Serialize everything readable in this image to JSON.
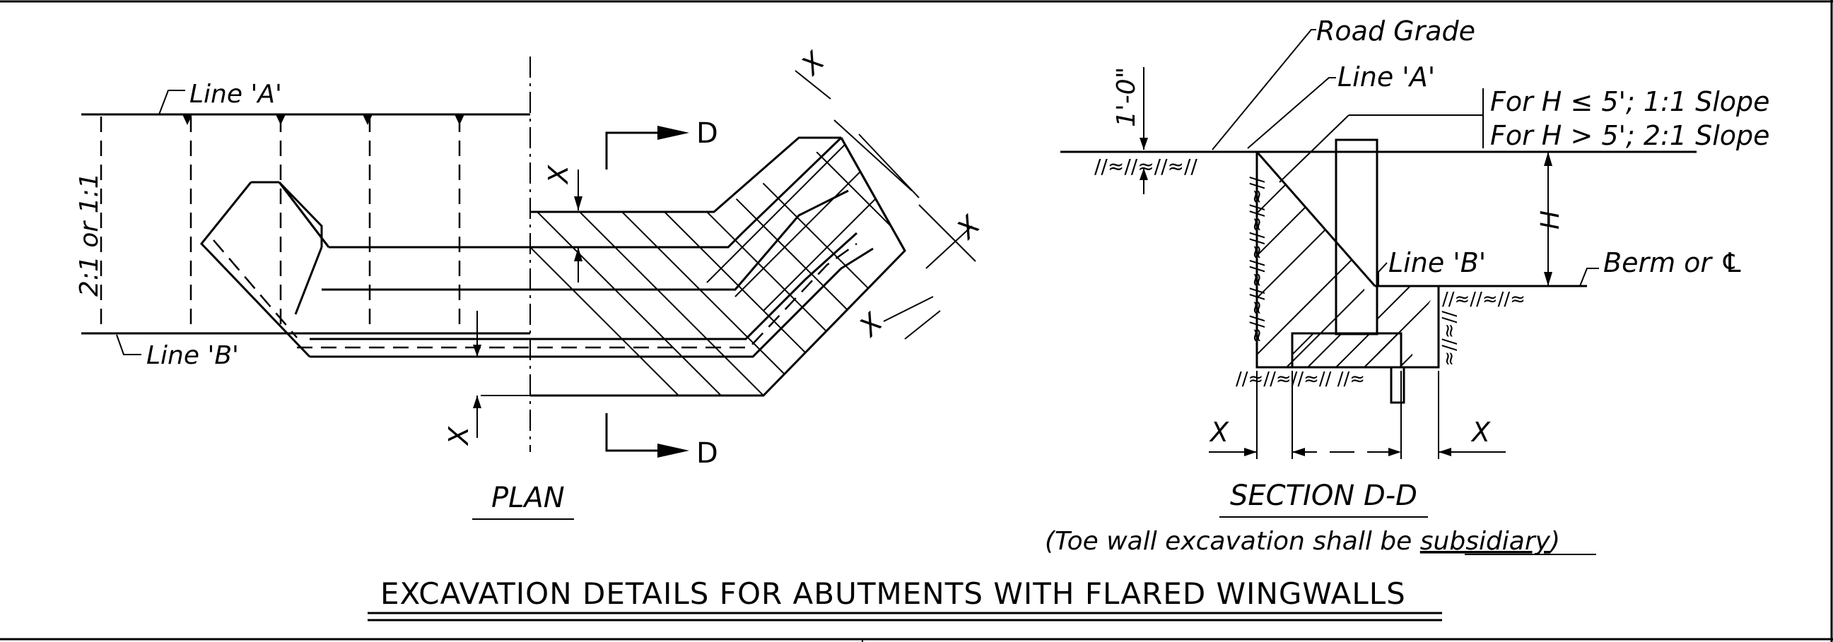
{
  "plan": {
    "line_a": "Line 'A'",
    "line_b": "Line 'B'",
    "slope": "2:1 or 1:1",
    "section_mark": "D",
    "dim_x": "X",
    "title": "PLAN"
  },
  "section": {
    "road_grade": "Road Grade",
    "line_a": "Line 'A'",
    "line_b": "Line 'B'",
    "slope_note_1": "For H ≤ 5'; 1:1 Slope",
    "slope_note_2": "For H > 5'; 2:1 Slope",
    "offset": "1'-0\"",
    "height": "H",
    "berm": "Berm or ℄",
    "dim_x": "X",
    "title": "SECTION D-D",
    "note_prefix": "(Toe wall excavation shall be ",
    "note_underlined": "subsidiary",
    "note_suffix": ")"
  },
  "main_title": "EXCAVATION DETAILS FOR ABUTMENTS WITH FLARED WINGWALLS"
}
